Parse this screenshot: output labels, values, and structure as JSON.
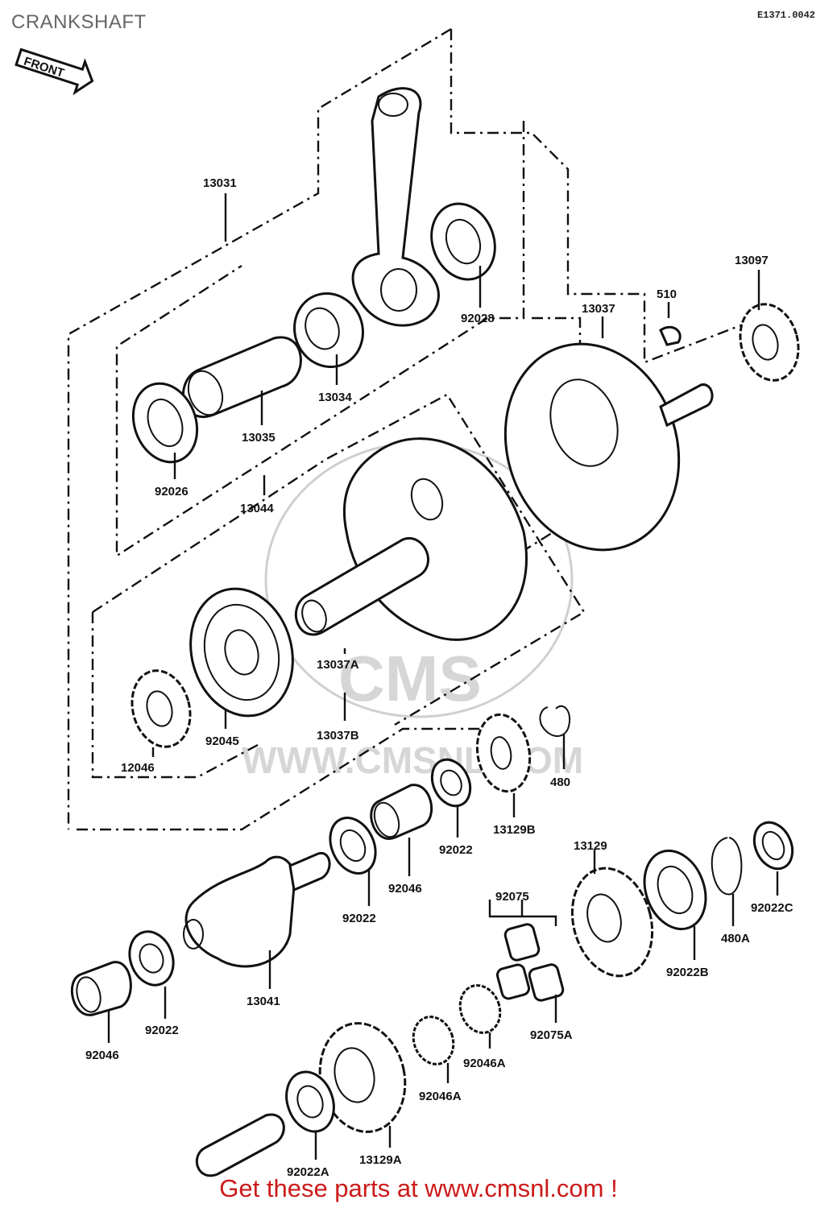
{
  "title": "CRANKSHAFT",
  "diagram_code": "E1371.0042",
  "front_label": "FRONT",
  "footer": "Get these parts at www.cmsnl.com !",
  "watermark": "WWW.CMSNL.COM",
  "watermark_logo": "CMS",
  "parts": [
    {
      "id": "p13031",
      "label": "13031"
    },
    {
      "id": "p92028",
      "label": "92028"
    },
    {
      "id": "p13034",
      "label": "13034"
    },
    {
      "id": "p13035",
      "label": "13035"
    },
    {
      "id": "p92026",
      "label": "92026"
    },
    {
      "id": "p13044",
      "label": "13044"
    },
    {
      "id": "p13037",
      "label": "13037"
    },
    {
      "id": "p510",
      "label": "510"
    },
    {
      "id": "p13097",
      "label": "13097"
    },
    {
      "id": "p13037A",
      "label": "13037A"
    },
    {
      "id": "p13037B",
      "label": "13037B"
    },
    {
      "id": "p92045",
      "label": "92045"
    },
    {
      "id": "p12046",
      "label": "12046"
    },
    {
      "id": "p480",
      "label": "480"
    },
    {
      "id": "p13129B",
      "label": "13129B"
    },
    {
      "id": "p92022a",
      "label": "92022"
    },
    {
      "id": "p92046a",
      "label": "92046"
    },
    {
      "id": "p92022b",
      "label": "92022"
    },
    {
      "id": "p13129",
      "label": "13129"
    },
    {
      "id": "p92075",
      "label": "92075"
    },
    {
      "id": "p92022C",
      "label": "92022C"
    },
    {
      "id": "p480A",
      "label": "480A"
    },
    {
      "id": "p92022B",
      "label": "92022B"
    },
    {
      "id": "p13041",
      "label": "13041"
    },
    {
      "id": "p92022c",
      "label": "92022"
    },
    {
      "id": "p92046b",
      "label": "92046"
    },
    {
      "id": "p92075A",
      "label": "92075A"
    },
    {
      "id": "p92046A1",
      "label": "92046A"
    },
    {
      "id": "p92046A2",
      "label": "92046A"
    },
    {
      "id": "p13129A",
      "label": "13129A"
    },
    {
      "id": "p92022A",
      "label": "92022A"
    }
  ]
}
